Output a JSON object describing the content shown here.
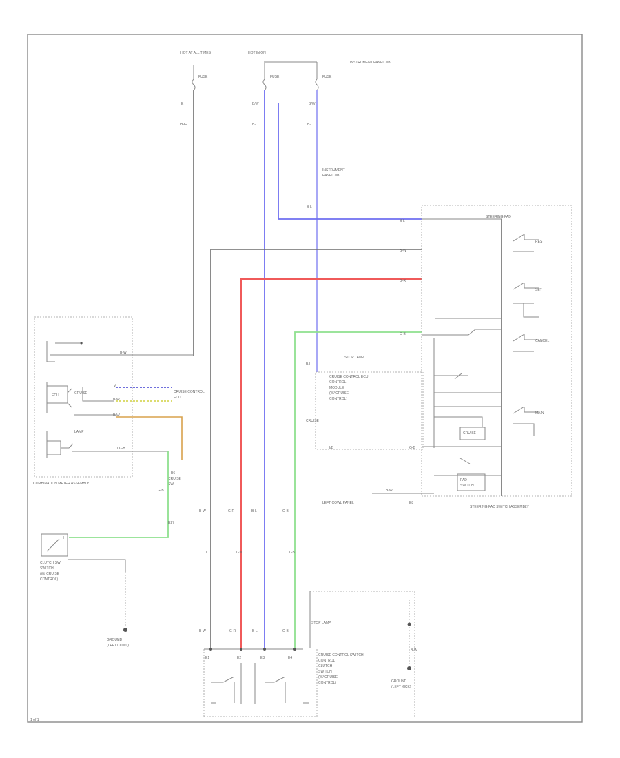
{
  "diagram": {
    "frame_label": "1 of 1",
    "colors": {
      "wire": "#6d6d6d",
      "blue_wire": "#6f6ff0",
      "red_wire": "#f05a5a",
      "green_wire": "#8fe08f",
      "orange_wire": "#d8a24c",
      "background": "#ffffff"
    },
    "labels": {
      "fuse_left": "HOT AT ALL TIMES",
      "fuse_mid": "HOT IN ON",
      "fuse_right": "INSTRUMENT PANEL J/B",
      "left_module": "COMBINATION METER ASSEMBLY",
      "right_module": "STEERING PAD SWITCH ASSEMBLY",
      "center_ecu": "CRUISE CONTROL ECU",
      "bottom_ecu": "CRUISE CONTROL SWITCH",
      "clutch_switch": "CLUTCH SW",
      "ground_left": "GROUND",
      "ground_right": "GROUND",
      "left_cowl": "LEFT COWL PANEL",
      "stop_lamp": "STOP LAMP"
    }
  }
}
